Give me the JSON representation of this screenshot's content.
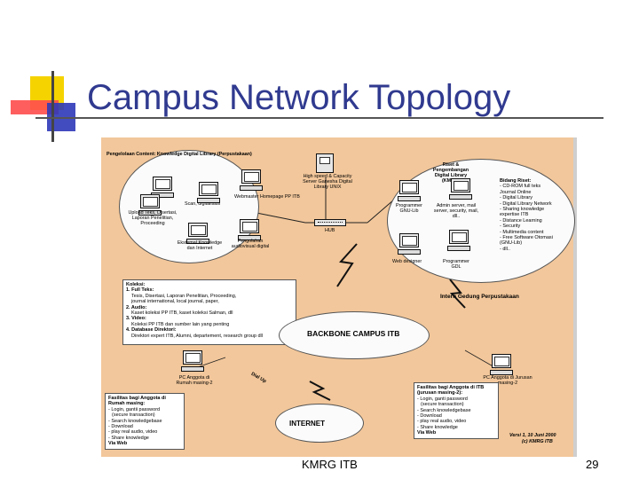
{
  "slide": {
    "title": "Campus Network Topology",
    "footer_center": "KMRG ITB",
    "page_number": "29",
    "accent_color": "#303a8f"
  },
  "diagram": {
    "library_bubble": {
      "title": "Pengelolaan Content: Knowledge Digital Library (Perpustakaan)",
      "pcs": [
        "Scan, digitalisasi",
        "Webmaster Homepage PP ITB",
        "Upload Teks, Disertasi, Laporan Penelitian, Proceeding",
        "Ekstemal Knowledge dan Internet",
        "Pengolahan audiovisual digital"
      ]
    },
    "server": {
      "label": "High speed & Capacity Server Ganesha Digital Library UNIX",
      "hub_label": "HUB"
    },
    "research_bubble": {
      "title": "Riset & Pengembangan Digital Library (KMRG)",
      "pcs": [
        "Programmer GNU-Lib",
        "Admin server, mail server, security, mail, dll..",
        "Web designer",
        "Programmer GDL"
      ],
      "bidang_title": "Bidang Riset:",
      "bidang_items": [
        "- CD-ROM full teks Journal Online",
        "- Digital Library",
        "- Digital Library Network",
        "- Sharing knowledge expertise ITB",
        "- Distance Learning",
        "- Security",
        "- Multimedia content",
        "- Free Software Otomasi (GNU-Lib)",
        "- dll.."
      ]
    },
    "koleksi": {
      "title": "Koleksi:",
      "items": [
        "1. Full Teks:",
        "Tesis, Disertasi, Laporan Penelitian, Proceeding,",
        "journal international, local journal, paper,",
        "2. Audio:",
        "Kaset koleksi PP ITB, kaset koleksi Salman, dll",
        "3. Video:",
        "Koleksi PP ITB dan sumber lain yang penting",
        "4. Database Direktori:",
        "Direktori expert ITB, Alumni, departement, research group dll"
      ]
    },
    "intern_label": "Intern Gedung Perpustakaan",
    "backbone_label": "BACKBONE CAMPUS ITB",
    "internet_label": "INTERNET",
    "dial_up_label": "Dial Up",
    "home_pc_label": "PC Anggota di Rumah masing-2",
    "dept_pc_label": "PC Anggota di Jurusan masing-2",
    "home_facilities": {
      "title": "Fasilitas bagi Anggota di Rumah masing:",
      "items": [
        "- Login, gantii password",
        "(secure transaction)",
        "- Search knowledgebase",
        "- Download",
        "- play real audio, video",
        "- Share knowledge",
        "Via Web"
      ]
    },
    "dept_facilities": {
      "title": "Fasilitas bagi Anggota di ITB (jurusan masing-2):",
      "items": [
        "- Login, ganti password",
        "(secure transaction)",
        "- Search knowledgebase",
        "- Download",
        "- play real audio, video",
        "- Share knowledge",
        "Via Web"
      ]
    },
    "version": "Versi 1, 10 Juni 2000",
    "copyright": "(c) KMRG ITB"
  }
}
